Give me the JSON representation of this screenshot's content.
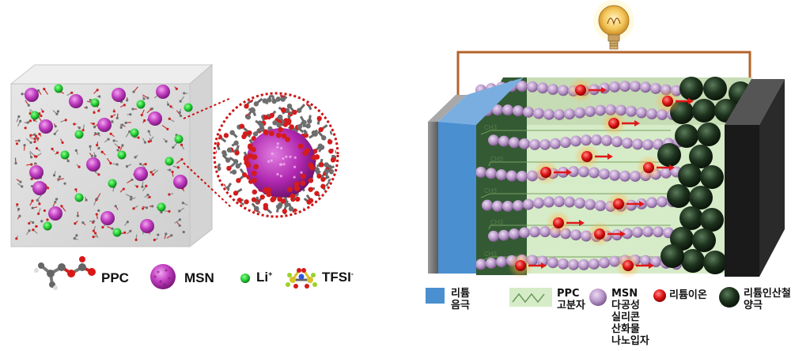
{
  "left_legend": {
    "ppc": "PPC",
    "msn": "MSN",
    "li_base": "Li",
    "li_sup": "+",
    "tfsi_base": "TFSI",
    "tfsi_sup": "-"
  },
  "right_legend": {
    "anode_line1": "리튬",
    "anode_line2": "음극",
    "ppc_line1": "PPC",
    "ppc_line2": "고분자",
    "msn_line1": "MSN",
    "msn_line2": "다공성",
    "msn_line3": "실리콘",
    "msn_line4": "산화물",
    "msn_line5": "나노입자",
    "li_ion": "리튬이온",
    "cathode_line1": "리튬인산철",
    "cathode_line2": "양극"
  },
  "formula_label": "CH3",
  "colors": {
    "msn_magenta": "#c03cc0",
    "li_green": "#22cc33",
    "anode_blue": "#4a8fd0",
    "cathode_black": "#1c2a1c",
    "electrolyte_green": "#d6ecc8",
    "wire_brown": "#b4642a",
    "li_ion_red": "#e01818",
    "zoom_dots_red": "#cc1111"
  },
  "icons": {
    "bulb": "light-bulb-icon",
    "arrow": "arrow-right-icon"
  }
}
